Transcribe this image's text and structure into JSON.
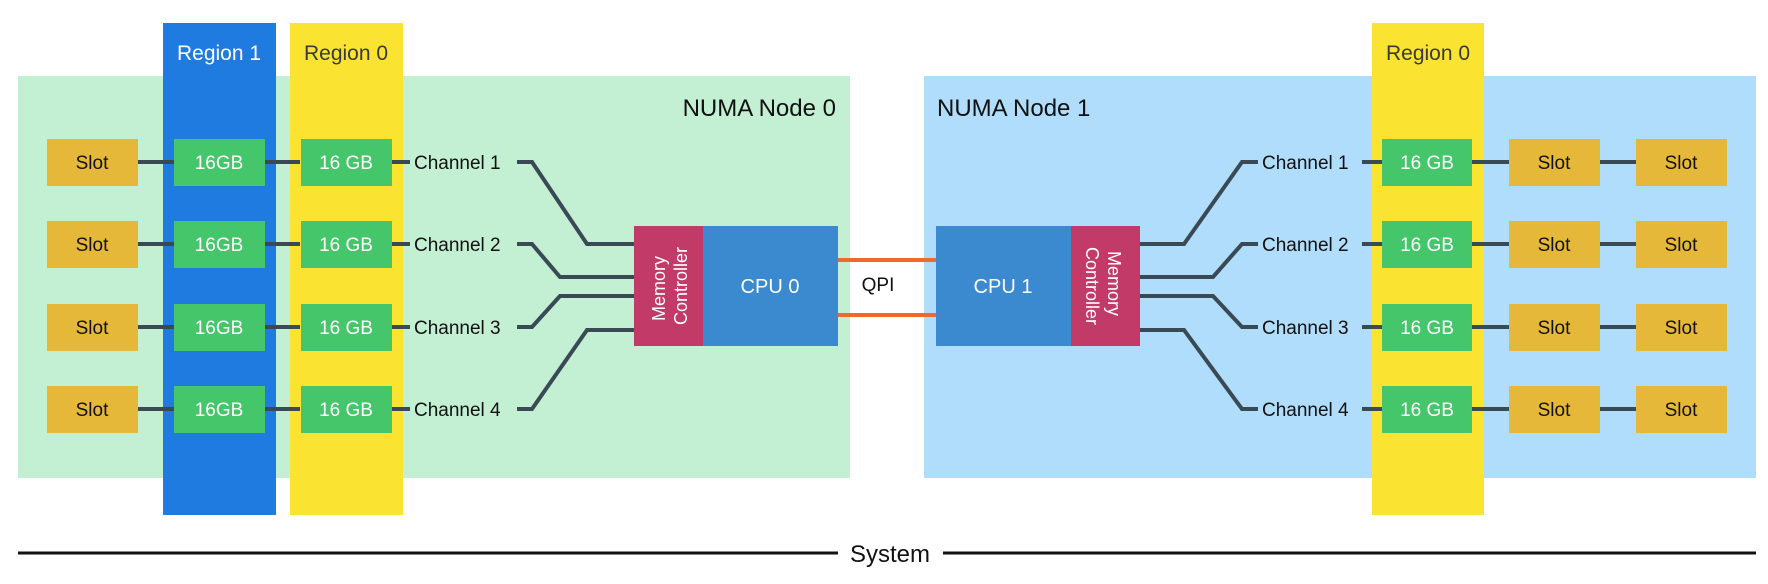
{
  "system": {
    "label": "System"
  },
  "colors": {
    "node0_bg": "#c3efd3",
    "node1_bg": "#b0ddfb",
    "region1": "#1f7be0",
    "region0": "#fae431",
    "dimm": "#46c66b",
    "slot": "#e6b83a",
    "cpu": "#3b8ad0",
    "memory_controller": "#c23a68",
    "qpi": "#ef6a2a",
    "wire": "#3a4a55"
  },
  "node0": {
    "title": "NUMA Node 0",
    "region1_label": "Region 1",
    "region0_label": "Region 0",
    "cpu": "CPU 0",
    "memory_controller": "Memory Controller",
    "channels": [
      {
        "label": "Channel 1",
        "slot": "Slot",
        "dimm_r1": "16GB",
        "dimm_r0": "16 GB"
      },
      {
        "label": "Channel 2",
        "slot": "Slot",
        "dimm_r1": "16GB",
        "dimm_r0": "16 GB"
      },
      {
        "label": "Channel 3",
        "slot": "Slot",
        "dimm_r1": "16GB",
        "dimm_r0": "16 GB"
      },
      {
        "label": "Channel 4",
        "slot": "Slot",
        "dimm_r1": "16GB",
        "dimm_r0": "16 GB"
      }
    ]
  },
  "interconnect": {
    "label": "QPI"
  },
  "node1": {
    "title": "NUMA Node 1",
    "region0_label": "Region 0",
    "cpu": "CPU 1",
    "memory_controller": "Memory Controller",
    "channels": [
      {
        "label": "Channel 1",
        "dimm": "16 GB",
        "slot_a": "Slot",
        "slot_b": "Slot"
      },
      {
        "label": "Channel 2",
        "dimm": "16 GB",
        "slot_a": "Slot",
        "slot_b": "Slot"
      },
      {
        "label": "Channel 3",
        "dimm": "16 GB",
        "slot_a": "Slot",
        "slot_b": "Slot"
      },
      {
        "label": "Channel 4",
        "dimm": "16 GB",
        "slot_a": "Slot",
        "slot_b": "Slot"
      }
    ]
  }
}
